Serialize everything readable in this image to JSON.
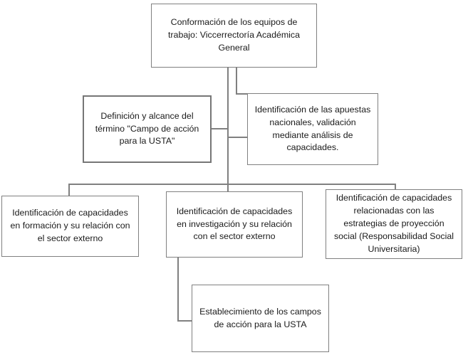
{
  "diagram": {
    "title_node": {
      "id": "conformacion-equipos",
      "text": "Conformación de los equipos de trabajo: Viccerrectoría Académica General"
    },
    "nodes": [
      {
        "id": "conformacion-equipos",
        "text": "Conformación de los equipos de trabajo: Viccerrectoría Académica General"
      },
      {
        "id": "definicion-alcance",
        "text": "Definición y alcance del término \"Campo de acción para la USTA\""
      },
      {
        "id": "identificacion-apuestas",
        "text": "Identificación de las apuestas nacionales, validación mediante análisis de capacidades."
      },
      {
        "id": "capacidades-formacion",
        "text": "Identificación de capacidades en formación y su relación con el sector externo"
      },
      {
        "id": "capacidades-investigacion",
        "text": "Identificación de capacidades en investigación y su relación con el sector externo"
      },
      {
        "id": "capacidades-proyeccion-social",
        "text": "Identificación de capacidades relacionadas con las estrategias de proyección social (Responsabilidad Social Universitaria)"
      },
      {
        "id": "establecimiento-campos",
        "text": "Establecimiento de los campos de acción para la USTA"
      }
    ],
    "colors": {
      "border": "#808080",
      "border_emphasis": "#767676",
      "text": "#1a1a1a",
      "background": "#ffffff"
    }
  }
}
